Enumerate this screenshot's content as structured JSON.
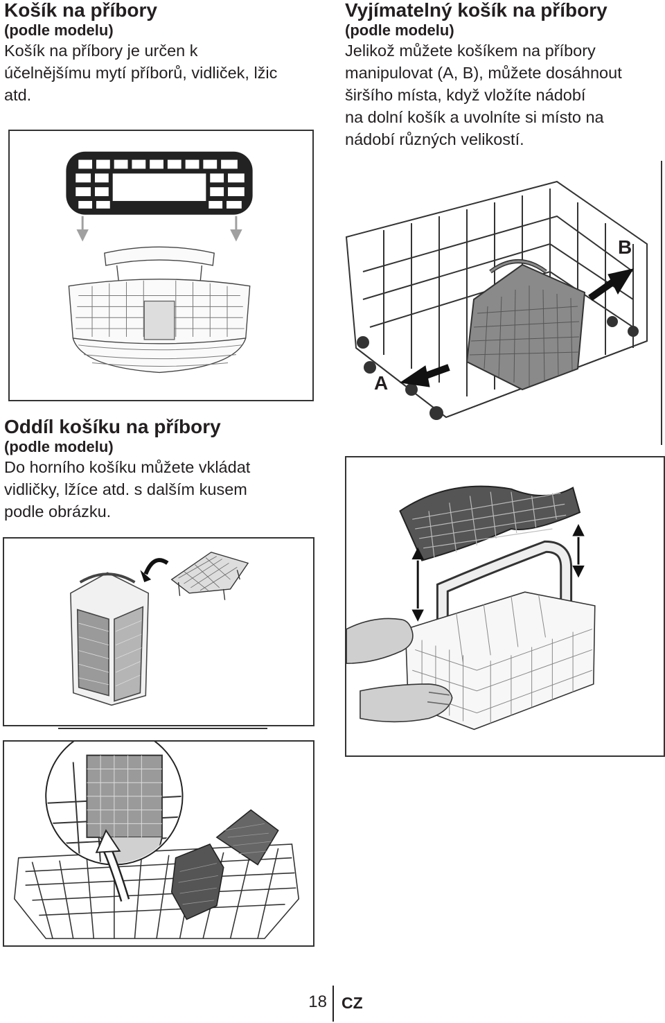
{
  "sections": {
    "cutlery_basket": {
      "title": "Košík na příbory",
      "subtitle": "(podle modelu)",
      "lines": [
        "Košík na příbory je určen k",
        "účelnějšímu mytí příborů, vidliček, lžic",
        "atd."
      ]
    },
    "removable_basket": {
      "title": "Vyjímatelný košík na příbory",
      "subtitle": "(podle modelu)",
      "lines": [
        "Jelikož můžete košíkem na příbory",
        "manipulovat (A, B), můžete dosáhnout",
        "širšího místa, když vložíte nádobí",
        "na dolní košík a uvolníte si místo na",
        "nádobí různých velikostí."
      ]
    },
    "basket_compartment": {
      "title": "Oddíl košíku na příbory",
      "subtitle": "(podle modelu)",
      "lines": [
        "Do horního košíku můžete vkládat",
        "vidličky, lžíce atd. s dalším kusem",
        "podle obrázku."
      ]
    }
  },
  "figure_labels": {
    "label_a": "A",
    "label_b": "B"
  },
  "footer": {
    "page_number": "18",
    "language": "CZ"
  },
  "colors": {
    "text": "#231f20",
    "frame": "#333333",
    "basket_gray": "#8a8a8a",
    "arrow_gray": "#a0a0a0"
  }
}
